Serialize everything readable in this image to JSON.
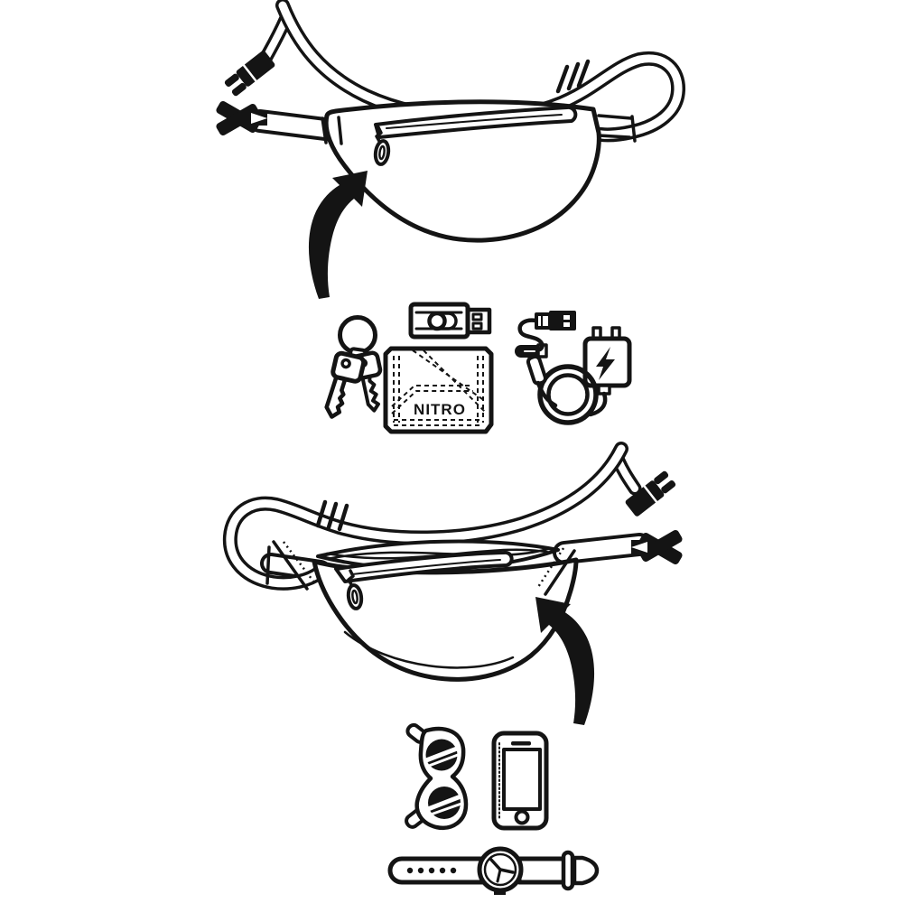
{
  "canvas": {
    "background": "#ffffff",
    "ink": "#141414"
  },
  "diagram": {
    "description": "line-art packing diagram of a hip bag shown in two views with arrows pointing to the pockets",
    "front_bag": {
      "id": "hip-bag-front-view"
    },
    "back_bag": {
      "id": "hip-bag-back-view"
    },
    "arrows": [
      {
        "id": "arrow-up-to-front-bag",
        "direction": "up-right"
      },
      {
        "id": "arrow-up-to-back-bag",
        "direction": "up-left"
      }
    ],
    "front_pocket_items": [
      {
        "id": "keys-icon",
        "label": "key ring with keys"
      },
      {
        "id": "usb-flash-drive-icon",
        "label": "usb flash drive"
      },
      {
        "id": "wallet-icon",
        "label": "wallet",
        "brand": "NITRO"
      },
      {
        "id": "charger-and-cable-icon",
        "label": "usb cable and wall charger"
      }
    ],
    "back_pocket_items": [
      {
        "id": "sunglasses-icon",
        "label": "sunglasses"
      },
      {
        "id": "smartphone-icon",
        "label": "smartphone"
      },
      {
        "id": "wristwatch-icon",
        "label": "wrist watch"
      }
    ],
    "wallet_brand": "NITRO"
  }
}
